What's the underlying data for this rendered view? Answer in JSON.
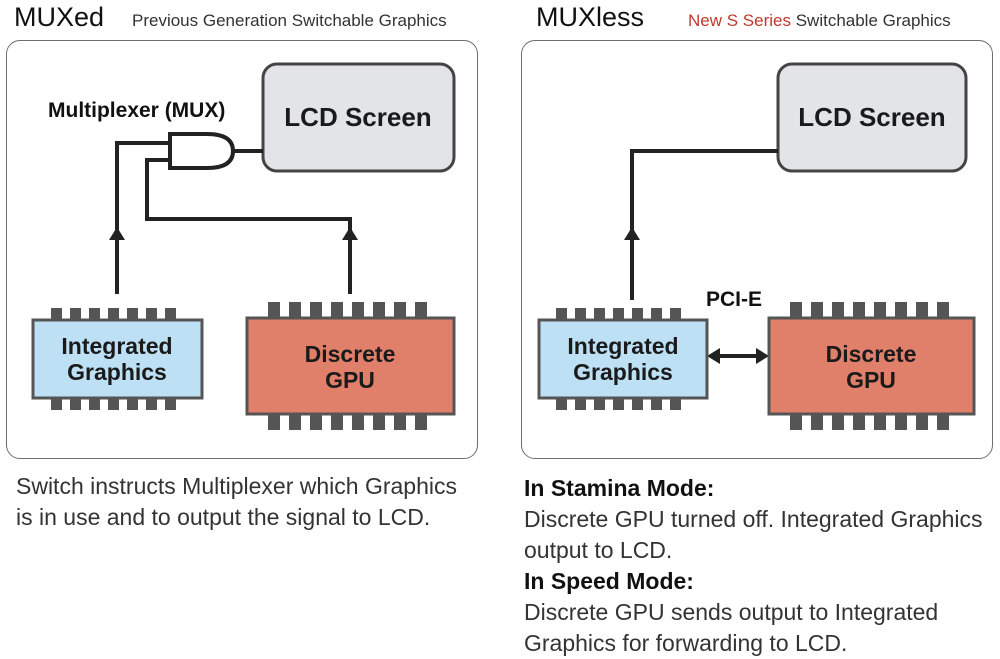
{
  "left": {
    "title": "MUXed",
    "subtitle": "Previous Generation Switchable Graphics",
    "mux_label": "Multiplexer (MUX)",
    "lcd_label": "LCD Screen",
    "integrated_label": [
      "Integrated",
      "Graphics"
    ],
    "discrete_label": [
      "Discrete",
      "GPU"
    ],
    "caption": [
      "Switch instructs Multiplexer which Graphics",
      "is in use and to output the signal to LCD."
    ]
  },
  "right": {
    "title": "MUXless",
    "subtitle_accent": "New S Series",
    "subtitle_rest": " Switchable Graphics",
    "lcd_label": "LCD Screen",
    "pcie_label": "PCI-E",
    "integrated_label": [
      "Integrated",
      "Graphics"
    ],
    "discrete_label": [
      "Discrete",
      "GPU"
    ],
    "stamina_heading": "In Stamina Mode:",
    "stamina_text": [
      "Discrete GPU turned off. Integrated Graphics",
      "output to LCD."
    ],
    "speed_heading": "In Speed Mode:",
    "speed_text": [
      "Discrete GPU sends output to Integrated",
      "Graphics for forwarding to LCD."
    ]
  },
  "colors": {
    "lcd_fill": "#e3e4e8",
    "integrated_fill": "#bde0f5",
    "discrete_fill": "#e0806a",
    "line": "#222222",
    "accent": "#c0392b"
  }
}
